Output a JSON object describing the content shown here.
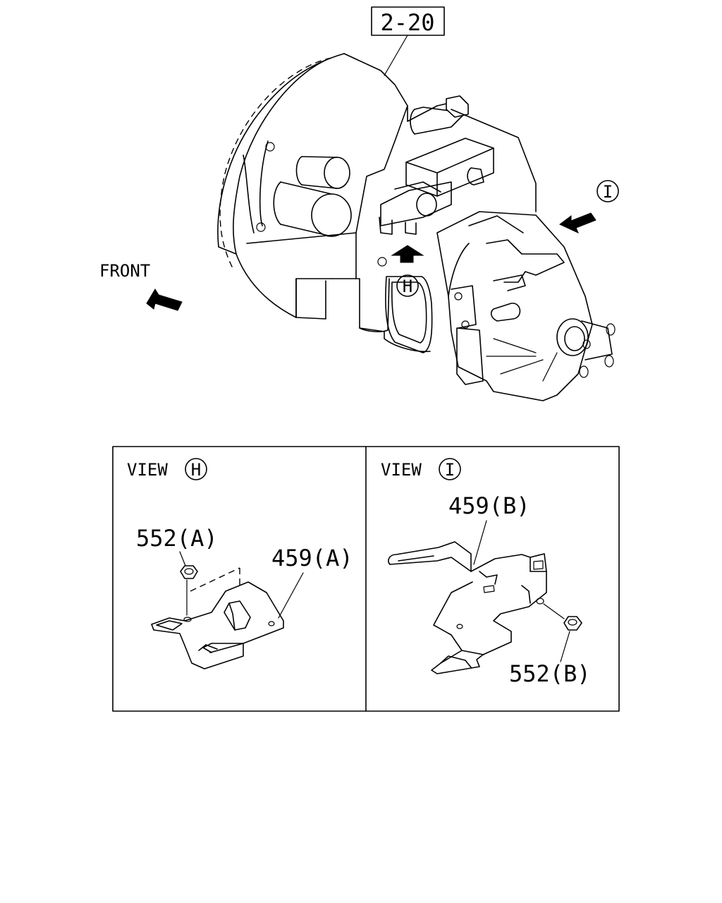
{
  "reference_box": "2-20",
  "front_label": "FRONT",
  "view_markers": {
    "h": "H",
    "i": "I"
  },
  "panels": {
    "left": {
      "view_prefix": "VIEW",
      "view_letter": "H",
      "parts": {
        "nut": "552(A)",
        "bracket": "459(A)"
      }
    },
    "right": {
      "view_prefix": "VIEW",
      "view_letter": "I",
      "parts": {
        "bracket": "459(B)",
        "nut": "552(B)"
      }
    }
  }
}
